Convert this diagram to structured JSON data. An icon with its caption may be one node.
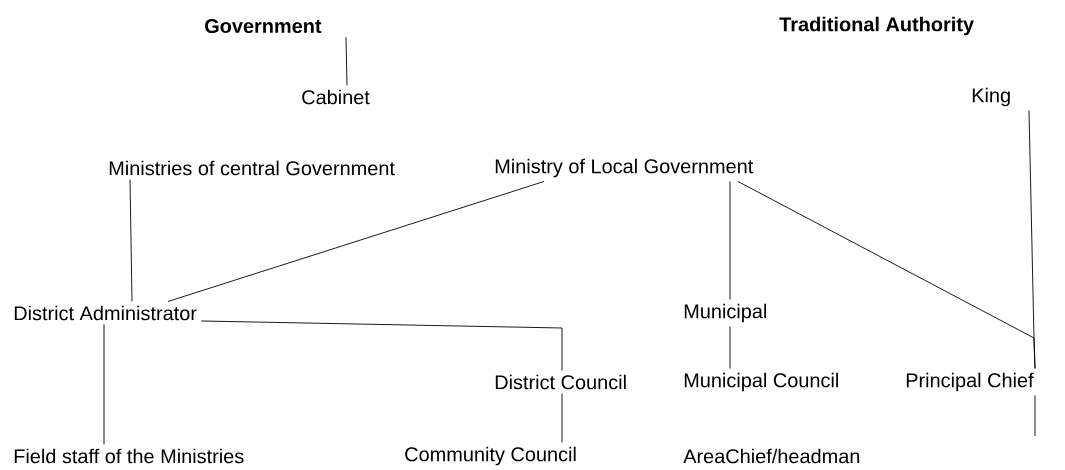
{
  "diagram": {
    "nodes": [
      {
        "text": [
          "Government"
        ]
      },
      {
        "text": [
          "Traditional Authority"
        ]
      },
      {
        "text": [
          "Cabinet"
        ]
      },
      {
        "text": [
          "King"
        ]
      },
      {
        "text": [
          "Ministries of central Government"
        ]
      },
      {
        "text": [
          "Ministry of Local Government"
        ]
      },
      {
        "text": [
          "District Administrator"
        ]
      },
      {
        "text": [
          "Municipal"
        ]
      },
      {
        "text": [
          "District Council"
        ]
      },
      {
        "text": [
          "Municipal Council"
        ]
      },
      {
        "text": [
          "Principal Chief"
        ]
      },
      {
        "text": [
          "Field staff of the Ministries"
        ]
      },
      {
        "text": [
          "Community Council"
        ]
      },
      {
        "text": [
          "AreaChief/headman"
        ]
      }
    ],
    "edges": [
      {
        "from": 0,
        "to": 2,
        "arrow": "none"
      },
      {
        "from": 3,
        "to": 10,
        "arrow": "none"
      },
      {
        "from": 4,
        "to": 6,
        "arrow": "none"
      },
      {
        "from": 5,
        "to": 6,
        "arrow": "none"
      },
      {
        "from": 5,
        "to": 7,
        "arrow": "none"
      },
      {
        "from": 5,
        "to": 10,
        "arrow": "none"
      },
      {
        "from": 6,
        "to": 8,
        "arrow": "none"
      },
      {
        "from": 6,
        "to": 11,
        "arrow": "none"
      },
      {
        "from": 7,
        "to": 9,
        "arrow": "none"
      },
      {
        "from": 8,
        "to": 12,
        "arrow": "none"
      },
      {
        "from": 10,
        "to": null,
        "arrow": "none"
      }
    ]
  }
}
